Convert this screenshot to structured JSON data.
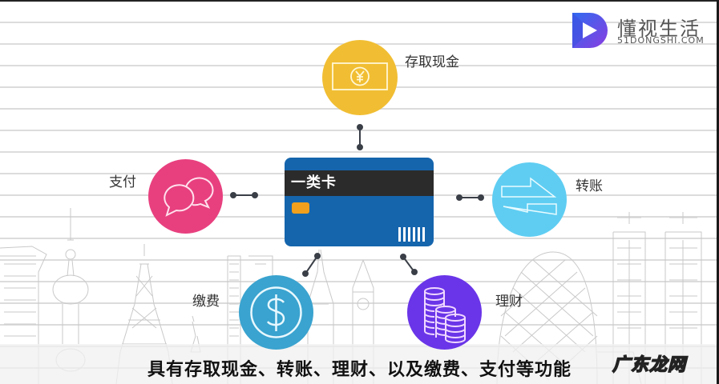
{
  "logo": {
    "title": "懂视生活",
    "subtitle": "51DONGSHI.COM",
    "icon": "play-d-logo-icon",
    "colors": {
      "gradient_start": "#2f6bf0",
      "gradient_end": "#8a3de0"
    }
  },
  "card": {
    "title": "一类卡",
    "color": "#1565ad",
    "stripe_color": "#2b2b2b",
    "chip_color": "#f0a01c"
  },
  "features": [
    {
      "id": "cash",
      "label": "存取现金",
      "icon": "yen-banknote-icon",
      "color": "#f1be33"
    },
    {
      "id": "transfer",
      "label": "转账",
      "icon": "exchange-arrows-icon",
      "color": "#5fcdf2"
    },
    {
      "id": "finance",
      "label": "理财",
      "icon": "coin-stack-icon",
      "color": "#6a35e8"
    },
    {
      "id": "bills",
      "label": "缴费",
      "icon": "dollar-coin-icon",
      "color": "#3aa3cf"
    },
    {
      "id": "pay",
      "label": "支付",
      "icon": "chat-bubbles-icon",
      "color": "#e8407f"
    }
  ],
  "caption": "具有存取现金、转账、理财、以及缴费、支付等功能",
  "watermark": "广东龙网"
}
